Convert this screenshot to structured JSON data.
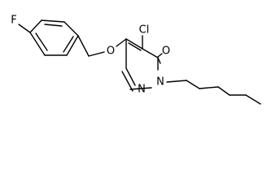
{
  "molecule": {
    "atoms": {
      "fluorine": "F",
      "ether_oxygen": "O",
      "chlorine": "Cl",
      "carbonyl_oxygen": "O",
      "ring_nitrogen_1": "N",
      "ring_nitrogen_2": "N"
    }
  }
}
